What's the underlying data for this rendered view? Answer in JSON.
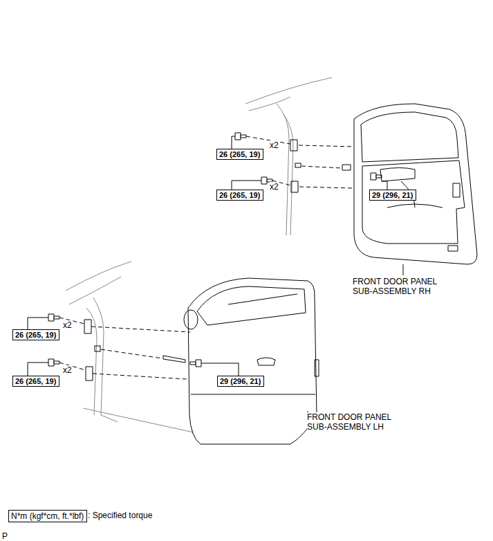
{
  "diagram": {
    "nodes": [
      {
        "text": [
          "26 (265, 19)"
        ]
      },
      {
        "text": [
          "26 (265, 19)"
        ]
      },
      {
        "text": [
          "29 (296, 21)"
        ]
      },
      {
        "text": [
          "26 (265, 19)"
        ]
      },
      {
        "text": [
          "26 (265, 19)"
        ]
      },
      {
        "text": [
          "29 (296, 21)"
        ]
      },
      {
        "text": [
          "N*m (kgf*cm, ft.*lbf)"
        ]
      }
    ],
    "labels": [
      "x2",
      "x2",
      "FRONT DOOR PANEL SUB-ASSEMBLY RH",
      "x2",
      "x2",
      "FRONT DOOR PANEL SUB-ASSEMBLY LH",
      ": Specified torque",
      "P"
    ]
  }
}
